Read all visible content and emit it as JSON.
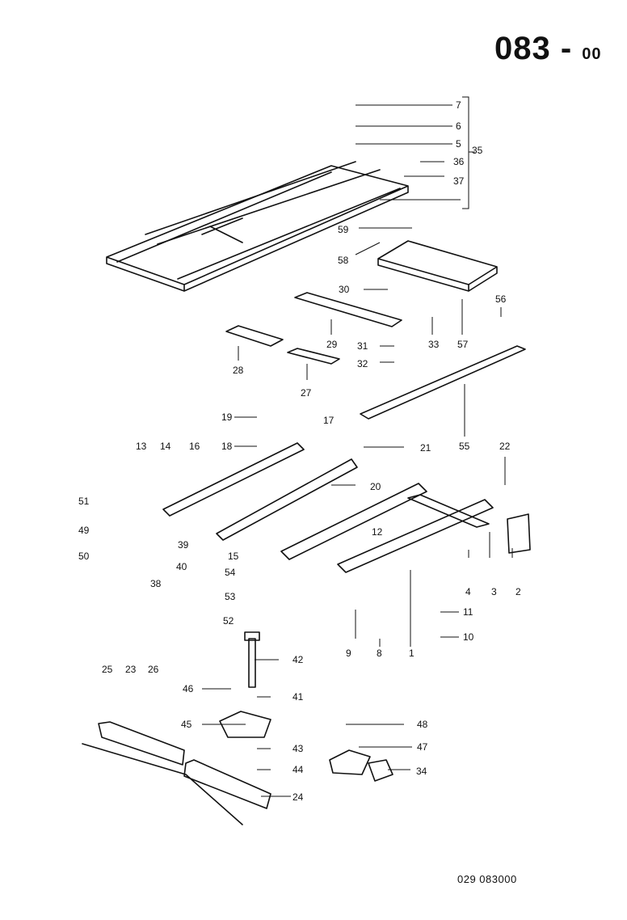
{
  "title": {
    "main": "083",
    "suffix": "00"
  },
  "footer": "029  083000",
  "labels": [
    "1",
    "2",
    "3",
    "4",
    "5",
    "6",
    "7",
    "8",
    "9",
    "10",
    "11",
    "12",
    "13",
    "14",
    "15",
    "16",
    "17",
    "18",
    "19",
    "20",
    "21",
    "22",
    "23",
    "24",
    "25",
    "26",
    "27",
    "28",
    "29",
    "30",
    "31",
    "32",
    "33",
    "34",
    "35",
    "36",
    "37",
    "38",
    "39",
    "40",
    "41",
    "42",
    "43",
    "44",
    "45",
    "46",
    "47",
    "48",
    "49",
    "50",
    "51",
    "52",
    "53",
    "54",
    "55",
    "56",
    "57",
    "58",
    "59"
  ]
}
